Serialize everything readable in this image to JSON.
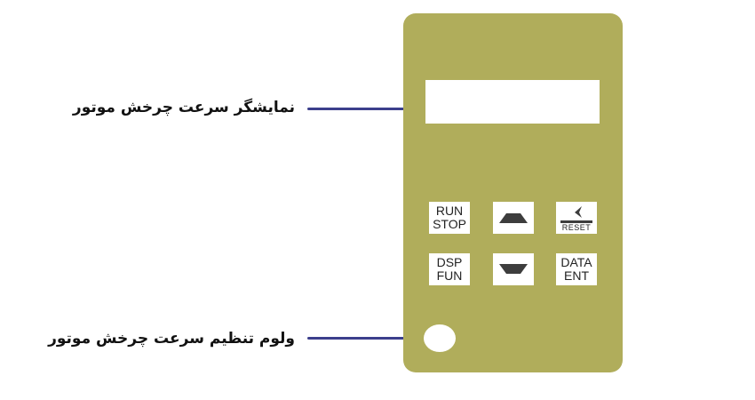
{
  "colors": {
    "panel": "#b0ad5b",
    "leader": "#3c3f8c",
    "key_icon": "#3d3d3d"
  },
  "annotations": {
    "display_label": "نمایشگر سرعت چرخش موتور",
    "knob_label": "ولوم تنظیم سرعت چرخش موتور"
  },
  "keys": {
    "run_stop": {
      "line1": "RUN",
      "line2": "STOP"
    },
    "up": {
      "icon": "up-arrow-icon"
    },
    "reset": {
      "icon": "left-chevron-icon",
      "label": "RESET"
    },
    "dsp_fun": {
      "line1": "DSP",
      "line2": "FUN"
    },
    "down": {
      "icon": "down-arrow-icon"
    },
    "data_ent": {
      "line1": "DATA",
      "line2": "ENT"
    }
  }
}
